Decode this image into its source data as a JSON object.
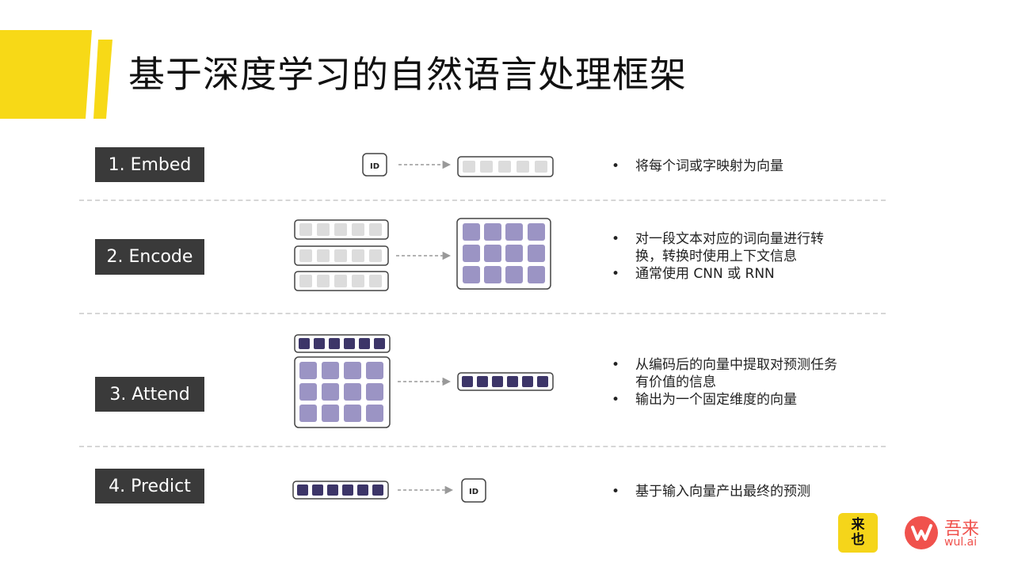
{
  "title": "基于深度学习的自然语言处理框架",
  "colors": {
    "accent_yellow": "#f7d917",
    "step_bg": "#3a3a3a",
    "cell_light": "#dcdcdc",
    "cell_mid": "#9b94c4",
    "cell_dark": "#3c3568",
    "logo_red": "#f0524d"
  },
  "steps": [
    {
      "label": "1. Embed",
      "bullets": [
        "将每个词或字映射为向量"
      ]
    },
    {
      "label": "2. Encode",
      "bullets": [
        "对一段文本对应的词向量进行转换，转换时使用上下文信息",
        "通常使用 CNN 或 RNN"
      ]
    },
    {
      "label": "3. Attend",
      "bullets": [
        "从编码后的向量中提取对预测任务有价值的信息",
        "输出为一个固定维度的向量"
      ]
    },
    {
      "label": "4. Predict",
      "bullets": [
        "基于输入向量产出最终的预测"
      ]
    }
  ],
  "id_label": "ID",
  "bullet_symbol": "•",
  "logos": {
    "laiye": [
      "来",
      "也"
    ],
    "wulai_cn": "吾来",
    "wulai_en": "wul.ai"
  }
}
